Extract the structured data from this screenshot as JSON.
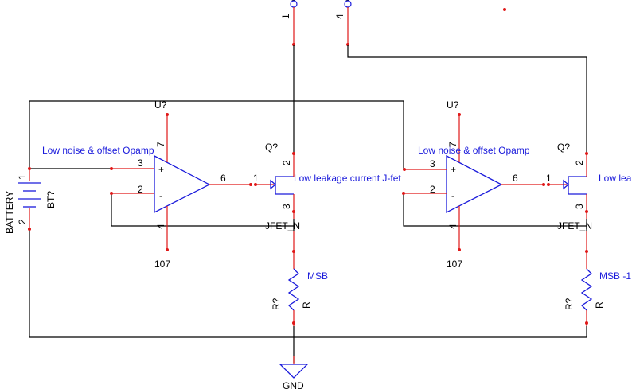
{
  "top_ports": {
    "port1_pin": "1",
    "port2_pin": "4"
  },
  "stage1": {
    "opamp_ref": "U?",
    "opamp_desc": "Low noise & offset Opamp",
    "opamp_pin_top": "7",
    "opamp_pin_bottom": "4",
    "opamp_pin_plus_num": "3",
    "opamp_pin_minus_num": "2",
    "opamp_pin_out_num": "6",
    "plus_sign": "+",
    "minus_sign": "-",
    "opamp_value": "107",
    "jfet_ref": "Q?",
    "jfet_desc": "Low leakage current J-fet",
    "jfet_type": "JFET_N",
    "jfet_pin_gate": "1",
    "jfet_pin_drain": "2",
    "jfet_pin_source": "3",
    "res_ref": "R?",
    "res_type": "R",
    "res_value": "MSB"
  },
  "stage2": {
    "opamp_ref": "U?",
    "opamp_desc": "Low noise & offset Opamp",
    "opamp_pin_top": "7",
    "opamp_pin_bottom": "4",
    "opamp_pin_plus_num": "3",
    "opamp_pin_minus_num": "2",
    "opamp_pin_out_num": "6",
    "plus_sign": "+",
    "minus_sign": "-",
    "opamp_value": "107",
    "jfet_ref": "Q?",
    "jfet_desc": "Low lea",
    "jfet_type": "JFET_N",
    "jfet_pin_gate": "1",
    "jfet_pin_drain": "2",
    "jfet_pin_source": "3",
    "res_ref": "R?",
    "res_type": "R",
    "res_value": "MSB -1"
  },
  "battery": {
    "name": "BATTERY",
    "ref": "BT?",
    "pin1": "1",
    "pin2": "2"
  },
  "ground": {
    "label": "GND"
  },
  "colors": {
    "wire": "#000000",
    "pin": "#e01818",
    "symbol": "#1a1adb",
    "text": "#000000",
    "annotation": "#1a1adb"
  }
}
